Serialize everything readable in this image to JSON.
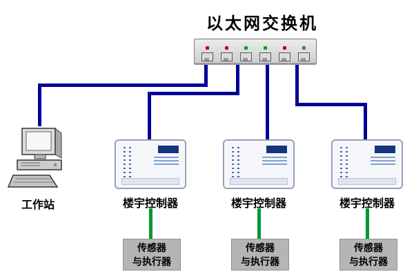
{
  "diagram": {
    "title": "以太网交换机",
    "switch": {
      "port_count": 6,
      "led_colors": [
        "#cc0000",
        "#cc0000",
        "#00aa00",
        "#00aa00",
        "#cc0000",
        "#00aa00"
      ]
    },
    "workstation": {
      "label": "工作站"
    },
    "controllers": [
      {
        "label": "楼宇控制器"
      },
      {
        "label": "楼宇控制器"
      },
      {
        "label": "楼宇控制器"
      }
    ],
    "sensors": [
      {
        "line1": "传感器",
        "line2": "与执行器"
      },
      {
        "line1": "传感器",
        "line2": "与执行器"
      },
      {
        "line1": "传感器",
        "line2": "与执行器"
      }
    ],
    "colors": {
      "ethernet_link": "#000099",
      "field_link": "#009933"
    }
  }
}
